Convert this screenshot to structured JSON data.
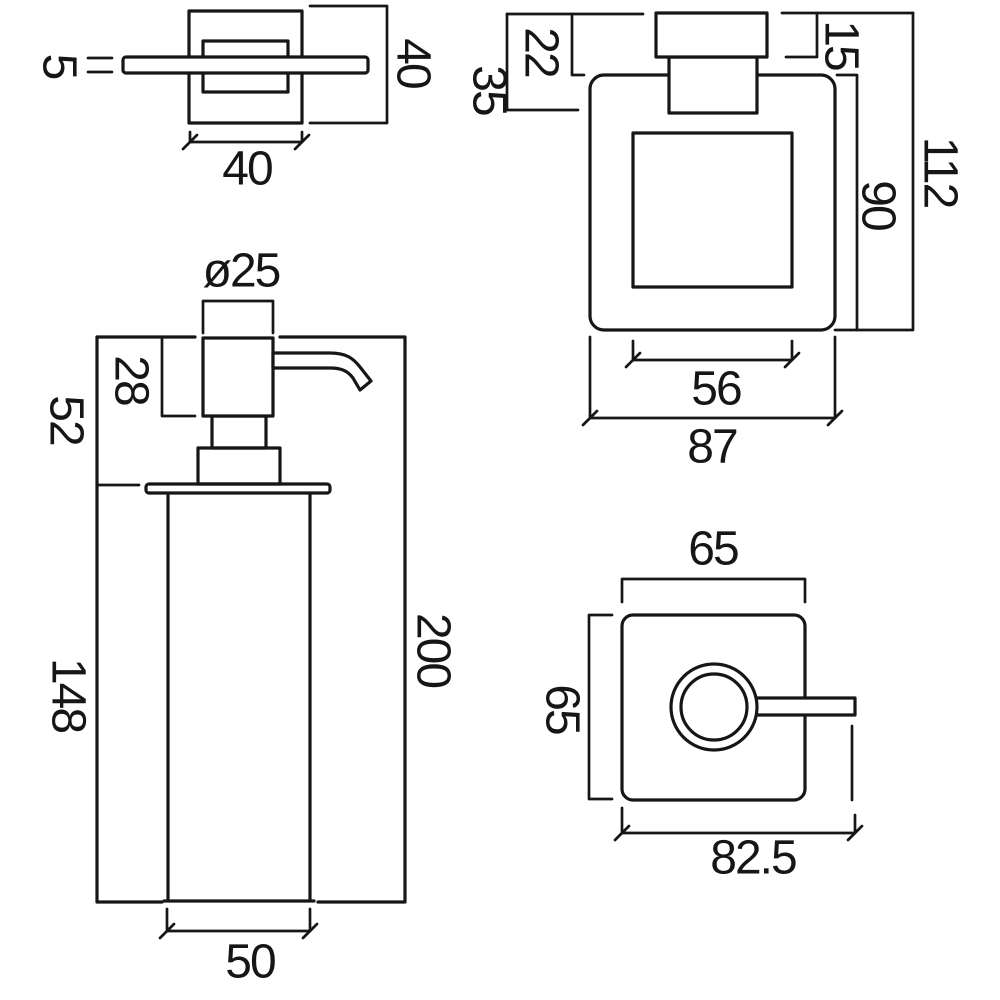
{
  "page": {
    "background_color": "#ffffff",
    "line_color": "#161616",
    "description": "Technical dimension drawing of a wall-mounted square soap dispenser and holder, four orthographic views"
  },
  "views": {
    "top_left": {
      "name": "wall-plate-top-view",
      "dims": {
        "bar_thickness": "5",
        "plate_height": "40",
        "plate_width": "40"
      }
    },
    "top_right": {
      "name": "holder-front-view",
      "dims": {
        "fixing_depth": "35",
        "cap_offset": "22",
        "cap_height": "15",
        "overall_height": "112",
        "holder_height": "90",
        "window_width": "56",
        "holder_width": "87"
      }
    },
    "bottom_left": {
      "name": "dispenser-side-view",
      "dims": {
        "pump_diameter": "ø25",
        "pump_head_height": "28",
        "top_section_height": "52",
        "bottle_height": "148",
        "overall_height": "200",
        "bottle_width": "50"
      }
    },
    "bottom_right": {
      "name": "holder-plan-view",
      "dims": {
        "plate_width": "65",
        "plate_depth": "65",
        "overall_depth": "82.5"
      }
    }
  }
}
